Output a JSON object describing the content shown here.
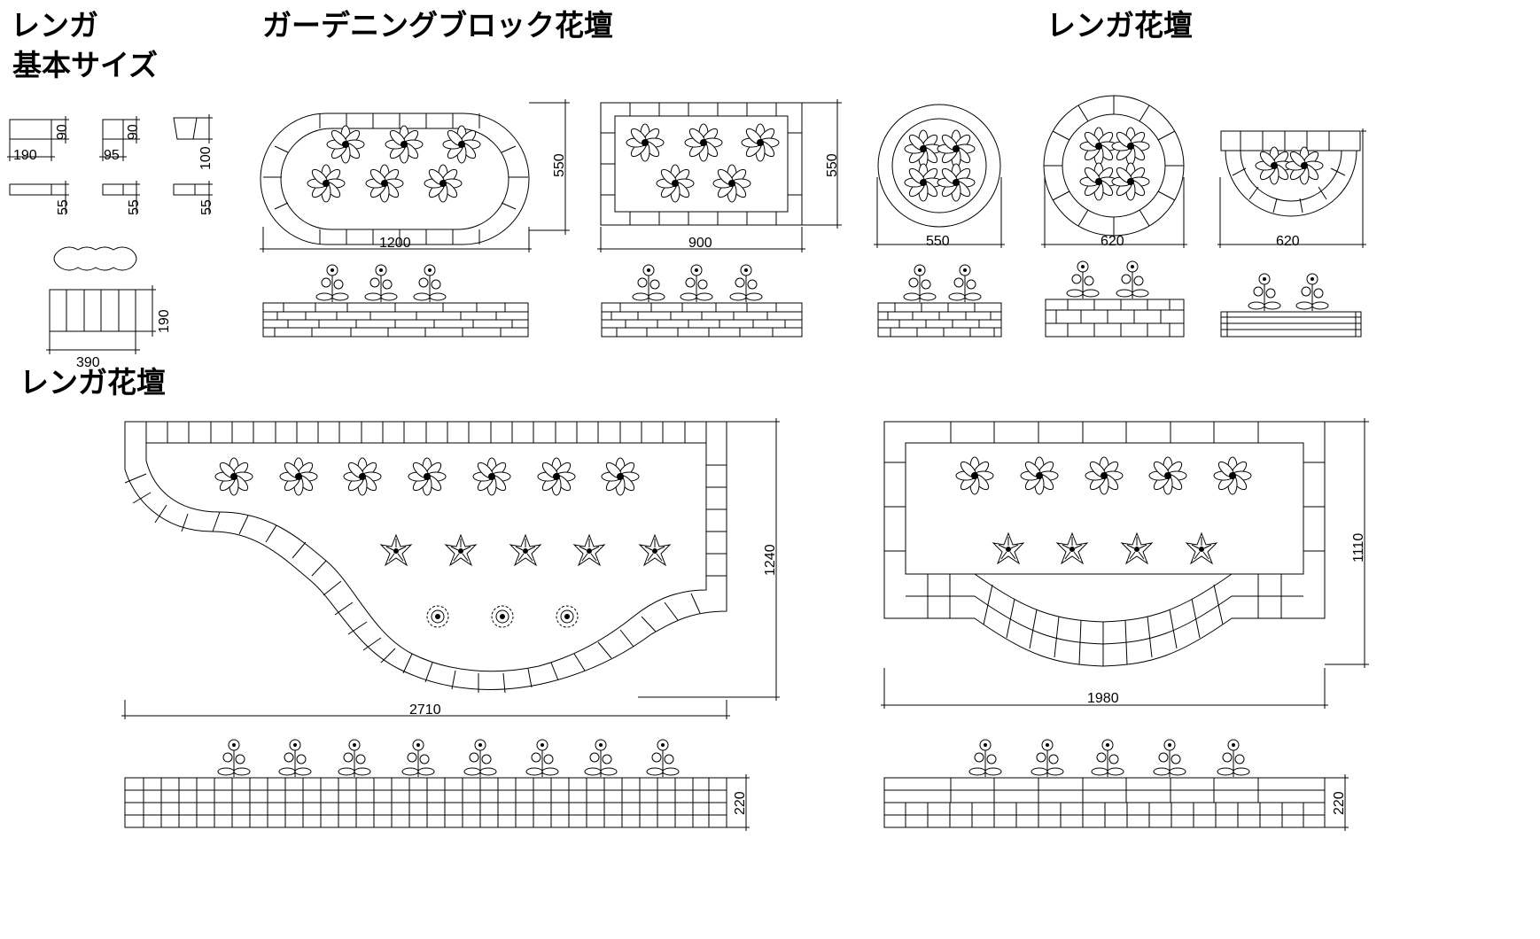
{
  "titles": {
    "renga": "レンガ",
    "basic_size": "基本サイズ",
    "gardening_block_bed": "ガーデニングブロック花壇",
    "brick_bed_top": "レンガ花壇",
    "brick_bed_left": "レンガ花壇"
  },
  "brick_sizes": {
    "w190": "190",
    "h90a": "90",
    "w95": "95",
    "h90b": "90",
    "h100": "100",
    "h55a": "55",
    "h55b": "55",
    "h55c": "55",
    "w390": "390",
    "h190": "190"
  },
  "block_beds": {
    "oval_width": "1200",
    "oval_height": "550",
    "rect_width": "900",
    "rect_height": "550"
  },
  "round_beds": {
    "small_circle_width": "550",
    "large_circle_width": "620",
    "half_circle_width": "620"
  },
  "large_beds": {
    "wave_width": "2710",
    "wave_height": "1240",
    "wave_elev_height": "220",
    "curve_width": "1980",
    "curve_height": "1110",
    "curve_elev_height": "220"
  },
  "icons": [
    "flower-top-icon",
    "flower-side-icon",
    "brick-pattern"
  ]
}
